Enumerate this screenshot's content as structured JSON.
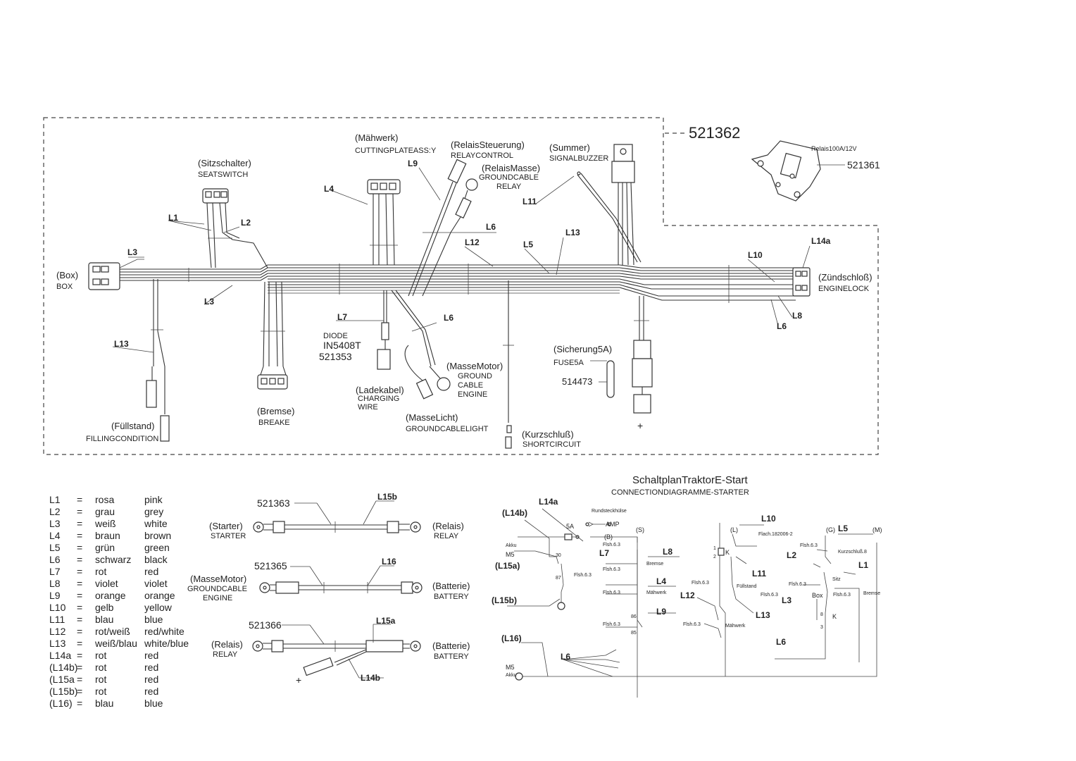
{
  "main": {
    "part_number": "521362",
    "relay": {
      "spec": "Relais100A/12V",
      "number": "521361"
    },
    "components": {
      "box": {
        "de": "(Box)",
        "en": "BOX"
      },
      "seatswitch": {
        "de": "(Sitzschalter)",
        "en": "SEATSWITCH"
      },
      "cutting": {
        "de": "(Mähwerk)",
        "en": "CUTTINGPLATEASS:Y"
      },
      "relaycontrol": {
        "de": "(RelaisSteuerung)",
        "en": "RELAYCONTROL"
      },
      "relayground": {
        "de": "(RelaisMasse)",
        "en1": "GROUNDCABLE",
        "en2": "RELAY"
      },
      "buzzer": {
        "de": "(Summer)",
        "en": "SIGNALBUZZER"
      },
      "enginelock": {
        "de": "(Zündschloß)",
        "en": "ENGINELOCK"
      },
      "diode": {
        "title": "DIODE",
        "type": "IN5408T",
        "number": "521353"
      },
      "charging": {
        "de": "(Ladekabel)",
        "en1": "CHARGING",
        "en2": "WIRE"
      },
      "groundmotor": {
        "de": "(MasseMotor)",
        "en1": "GROUND",
        "en2": "CABLE",
        "en3": "ENGINE"
      },
      "groundlight": {
        "de": "(MasseLicht)",
        "en": "GROUNDCABLELIGHT"
      },
      "fuse": {
        "de": "(Sicherung5A)",
        "en": "FUSE5A",
        "number": "514473"
      },
      "brake": {
        "de": "(Bremse)",
        "en": "BREAKE"
      },
      "filling": {
        "de": "(Füllstand)",
        "en": "FILLINGCONDITION"
      },
      "shortcircuit": {
        "de": "(Kurzschluß)",
        "en": "SHORTCIRCUIT"
      },
      "plus": "+"
    },
    "wire_labels": {
      "L1": "L1",
      "L2": "L2",
      "L3a": "L3",
      "L3b": "L3",
      "L4": "L4",
      "L5": "L5",
      "L6a": "L6",
      "L6b": "L6",
      "L6c": "L6",
      "L7": "L7",
      "L8": "L8",
      "L9": "L9",
      "L10": "L10",
      "L11": "L11",
      "L12": "L12",
      "L13a": "L13",
      "L13b": "L13",
      "L14a": "L14a"
    }
  },
  "legend": [
    {
      "code": "L1",
      "eq": "=",
      "de": "rosa",
      "en": "pink"
    },
    {
      "code": "L2",
      "eq": "=",
      "de": "grau",
      "en": "grey"
    },
    {
      "code": "L3",
      "eq": "=",
      "de": "weiß",
      "en": "white"
    },
    {
      "code": "L4",
      "eq": "=",
      "de": "braun",
      "en": "brown"
    },
    {
      "code": "L5",
      "eq": "=",
      "de": "grün",
      "en": "green"
    },
    {
      "code": "L6",
      "eq": "=",
      "de": "schwarz",
      "en": "black"
    },
    {
      "code": "L7",
      "eq": "=",
      "de": "rot",
      "en": "red"
    },
    {
      "code": "L8",
      "eq": "=",
      "de": "violet",
      "en": "violet"
    },
    {
      "code": "L9",
      "eq": "=",
      "de": "orange",
      "en": "orange"
    },
    {
      "code": "L10",
      "eq": "=",
      "de": "gelb",
      "en": "yellow"
    },
    {
      "code": "L11",
      "eq": "=",
      "de": "blau",
      "en": "blue"
    },
    {
      "code": "L12",
      "eq": "=",
      "de": "rot/weiß",
      "en": "red/white"
    },
    {
      "code": "L13",
      "eq": "=",
      "de": "weiß/blau",
      "en": "white/blue"
    },
    {
      "code": "L14a",
      "eq": "=",
      "de": "rot",
      "en": "red"
    },
    {
      "code": "(L14b)",
      "eq": "=",
      "de": "rot",
      "en": "red"
    },
    {
      "code": "(L15a",
      "eq": "=",
      "de": "rot",
      "en": "red"
    },
    {
      "code": "(L15b)",
      "eq": "=",
      "de": "rot",
      "en": "red"
    },
    {
      "code": "(L16)",
      "eq": "=",
      "de": "blau",
      "en": "blue"
    }
  ],
  "cables": [
    {
      "number": "521363",
      "wire": "L15b",
      "left_de": "(Starter)",
      "left_en": "STARTER",
      "right_de": "(Relais)",
      "right_en": "RELAY",
      "left_en2": ""
    },
    {
      "number": "521365",
      "wire": "L16",
      "left_de": "(MasseMotor)",
      "left_en": "GROUNDCABLE",
      "left_en2": "ENGINE",
      "right_de": "(Batterie)",
      "right_en": "BATTERY"
    },
    {
      "number": "521366",
      "wire": "L15a",
      "wire2": "L14b",
      "left_de": "(Relais)",
      "left_en": "RELAY",
      "right_de": "(Batterie)",
      "right_en": "BATTERY",
      "plus": "+"
    }
  ],
  "schematic": {
    "title": "SchaltplanTraktorE-Start",
    "subtitle": "CONNECTIONDIAGRAMME-STARTER",
    "labels": {
      "L14b": "(L14b)",
      "L14a": "L14a",
      "L15a": "(L15a)",
      "L15b": "(L15b)",
      "L16": "(L16)",
      "M5a": "M5",
      "Akku1": "Akku",
      "M5b": "M5",
      "Akku2": "Akku",
      "rund": "Rundsteckhülse",
      "amp": "AMP",
      "fuse": "5A",
      "B": "(B)",
      "L7": "L7",
      "S": "(S)",
      "L8": "L8",
      "L4": "L4",
      "L9": "L9",
      "L6a": "L6",
      "L6b": "L6",
      "bremse": "Bremse",
      "maehwerk1": "Mähwerk",
      "maehwerk2": "Mähwerk",
      "L": "(L)",
      "L10": "L10",
      "flach": "Flach.182006-2",
      "L11": "L11",
      "fuellstand": "Füllstand",
      "L12": "L12",
      "L13": "L13",
      "KH1": "K",
      "G": "(G)",
      "L5": "L5",
      "M": "(M)",
      "kurz": "Kurzschluß.8",
      "sitz": "Sitz",
      "L2": "L2",
      "L1": "L1",
      "box": "Box",
      "bremse2": "Bremse",
      "L3": "L3",
      "KH2": "K",
      "fl1": "Flsh.6.3",
      "fl2": "Flsh.6.3",
      "fl3": "Flsh.6.3",
      "fl4": "Flsh.6.3",
      "fl5": "Flsh.6.3",
      "fl6": "Flsh.6.3",
      "fl7": "Flsh.6.3",
      "fl8": "Flsh.6.3",
      "fl9": "Flsh.6.3",
      "fl10": "Flsh.6.3",
      "fl11": "Flsh.6.3",
      "n30": "30",
      "n87": "87",
      "n86": "86",
      "n85": "85",
      "n1": "1",
      "n2": "2",
      "n8": "8",
      "n3": "3"
    }
  }
}
